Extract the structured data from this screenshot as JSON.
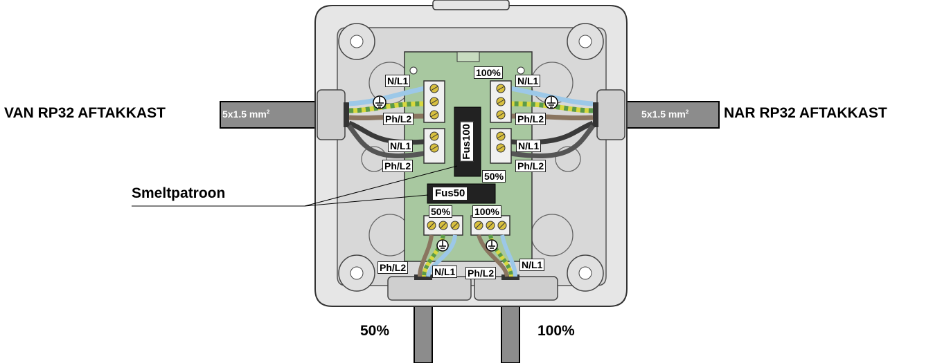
{
  "labels": {
    "left_source": "VAN RP32 AFTAKKAST",
    "right_target": "NAR RP32 AFTAKKAST",
    "cable_left": "5x1.5 mm",
    "cable_right": "5x1.5 mm",
    "cable_sup": "2",
    "fuse_callout": "Smeltpatroon",
    "out_50": "50%",
    "out_100": "100%"
  },
  "fuses": {
    "fus100": "Fus100",
    "fus50": "Fus50"
  },
  "terminal_tags": {
    "left_top_n": "N/L1",
    "left_top_ph": "Ph/L2",
    "left_bot_n": "N/L1",
    "left_bot_ph": "Ph/L2",
    "right_top_pct": "100%",
    "right_top_n": "N/L1",
    "right_top_ph": "Ph/L2",
    "right_bot_n": "N/L1",
    "right_bot_ph": "Ph/L2",
    "right_bot_pct": "50%",
    "bottom_left_pct": "50%",
    "bottom_right_pct": "100%",
    "bottom_left_ph": "Ph/L2",
    "bottom_left_n": "N/L1",
    "bottom_right_ph": "Ph/L2",
    "bottom_right_n": "N/L1"
  },
  "colors": {
    "box_fill": "#e6e6e6",
    "board_green": "#a8c8a0",
    "cable_grey": "#8c8c8c",
    "wire_blue": "#9cc8e8",
    "wire_brown": "#8a7560",
    "wire_black": "#3a3a3a",
    "wire_yellow": "#d8d840",
    "wire_green": "#5a9a4a"
  }
}
